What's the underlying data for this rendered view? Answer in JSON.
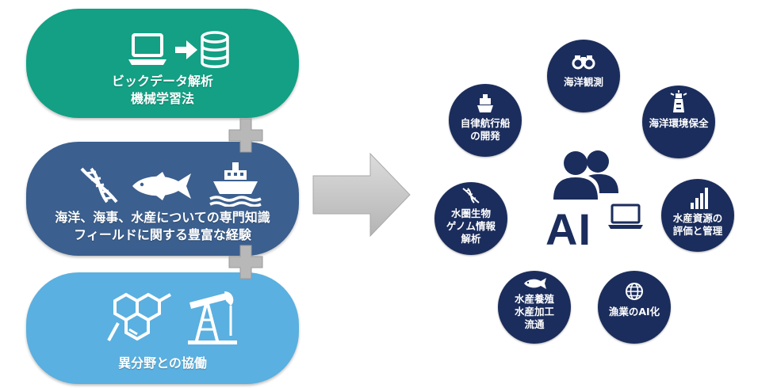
{
  "left": {
    "top_pill": {
      "line1": "ビックデータ解析",
      "line2": "機械学習法",
      "icons": [
        "laptop-icon",
        "arrow-into-database-icon"
      ]
    },
    "mid_pill": {
      "line1": "海洋、海事、水産についての専門知識",
      "line2": "フィールドに関する豊富な経験",
      "icons": [
        "dna-icon",
        "tuna-fish-icon",
        "ship-on-waves-icon"
      ]
    },
    "bottom_pill": {
      "line1": "異分野との協働",
      "icons": [
        "chemical-structure-icon",
        "oil-pump-jack-icon"
      ]
    }
  },
  "center": {
    "arrow": "right-arrow"
  },
  "hub": {
    "label": "AI",
    "icons": [
      "people-icon",
      "laptop-icon"
    ]
  },
  "circles": {
    "ocean_observation": {
      "l1": "海洋観測",
      "icon": "binoculars-icon"
    },
    "autonomous_ship": {
      "l1": "自律航行船",
      "l2": "の開発",
      "icon": "ship-icon"
    },
    "marine_env": {
      "l1": "海洋環境保全",
      "icon": "lighthouse-icon"
    },
    "genome": {
      "l1": "水圏生物",
      "l2": "ゲノム情報",
      "l3": "解析",
      "icon": "dna-icon"
    },
    "resource_eval": {
      "l1": "水産資源の",
      "l2": "評価と管理",
      "icon": "bar-chart-icon"
    },
    "aquaculture": {
      "l1": "水産養殖",
      "l2": "水産加工",
      "l3": "流通",
      "icon": "fish-icon"
    },
    "fishery_ai": {
      "l1": "漁業のAI化",
      "icon": "globe-icon"
    }
  },
  "colors": {
    "teal": "#13a084",
    "navy_pill": "#3b5f8e",
    "sky": "#5ab0e0",
    "circle": "#1b2d5c",
    "plus": "#b8b8b8",
    "arrow": "#c8c8c8"
  }
}
